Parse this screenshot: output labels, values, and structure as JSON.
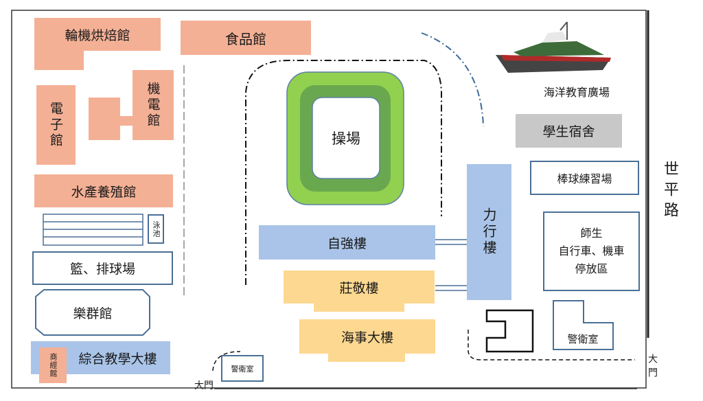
{
  "buildings": {
    "wheel_bakery": "輪機烘焙館",
    "food_hall": "食品館",
    "electromech": "機電館",
    "electronics": "電子館",
    "aquaculture": "水產養殖館",
    "pool": "泳池",
    "court": "籃、排球場",
    "music_hall": "樂群館",
    "teaching": "綜合教學大樓",
    "business": "商經館",
    "field": "操場",
    "ziqiang": "自強樓",
    "zhuangjing": "莊敬樓",
    "maritime": "海事大樓",
    "lixing": "力行樓",
    "ocean_plaza": "海洋教育廣場",
    "dorm": "學生宿舍",
    "baseball": "棒球練習場",
    "parking_l1": "師生",
    "parking_l2": "自行車、機車",
    "parking_l3": "停放區",
    "guard_right": "警衛室",
    "guard_left": "警衛室",
    "road": "世平路",
    "gate_bottom": "大門",
    "gate_right": "大門"
  },
  "colors": {
    "salmon": "#f4b095",
    "blue": "#a9c4e8",
    "yellow": "#fdd890",
    "grey": "#c8c8c8",
    "outline": "#4a6f96",
    "field_outer": "#92d050",
    "field_inner": "#6aa84f"
  },
  "icons": [
    "ship-icon"
  ]
}
